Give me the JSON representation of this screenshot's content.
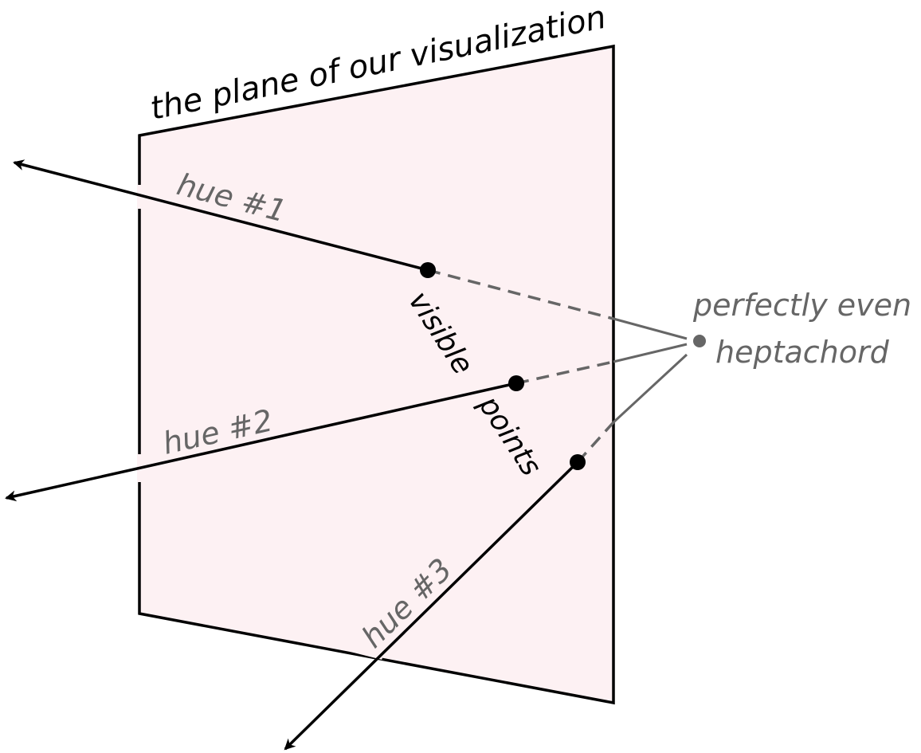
{
  "plane_label": "the plane of our visualization",
  "rays": [
    {
      "label": "hue #1"
    },
    {
      "label": "hue #2"
    },
    {
      "label": "hue #3"
    }
  ],
  "visible_points_label_1": "visible",
  "visible_points_label_2": "points",
  "heptachord_label_1": "perfectly even",
  "heptachord_label_2": "heptachord",
  "colors": {
    "plane_fill": "#fdf1f3",
    "ink": "#000000",
    "gray": "#666666"
  }
}
